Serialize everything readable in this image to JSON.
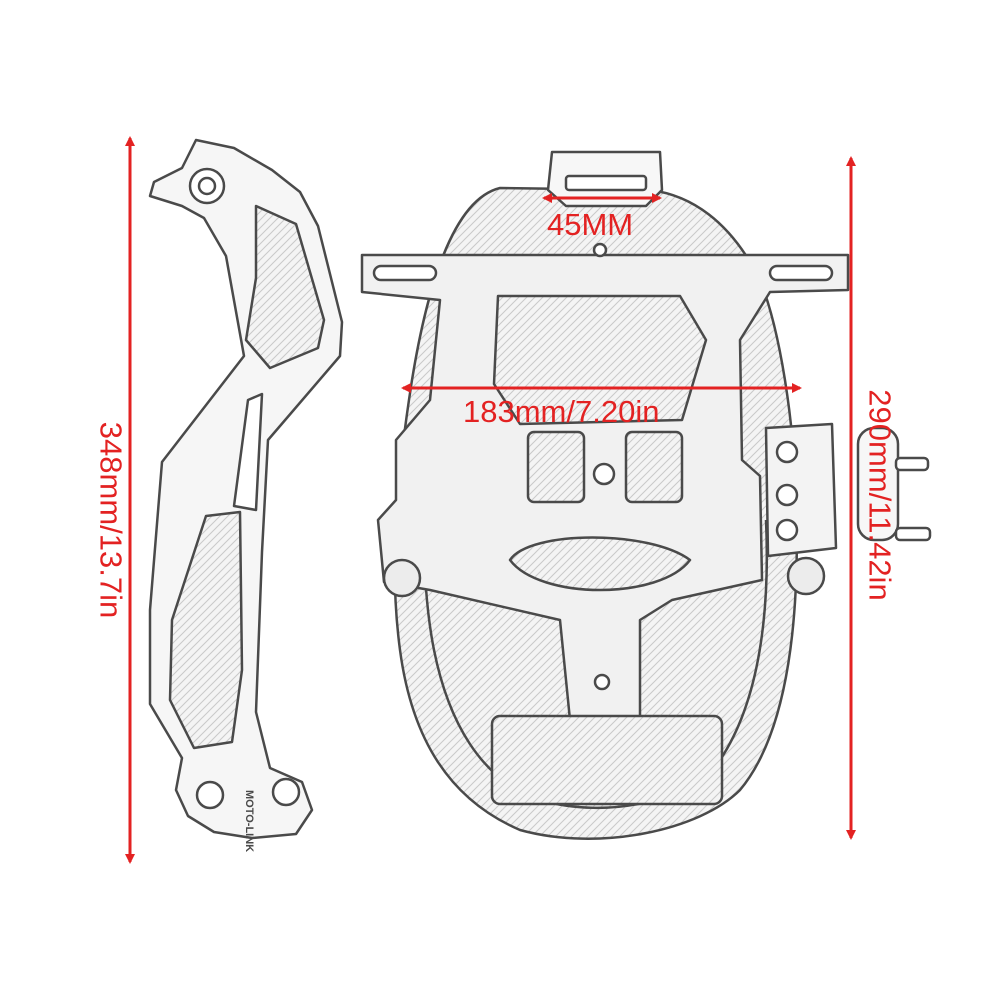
{
  "colors": {
    "dimension": "#e32222",
    "line_art": "#4a4a4a",
    "light_fill": "#f2f2f2"
  },
  "dimensions": {
    "left_height": "348mm/13.7in",
    "right_height": "290mm/11.42in",
    "width": "183mm/7.20in",
    "slot": "45MM"
  },
  "parts": {
    "bracket_stamp": "MOTO-LINK"
  }
}
